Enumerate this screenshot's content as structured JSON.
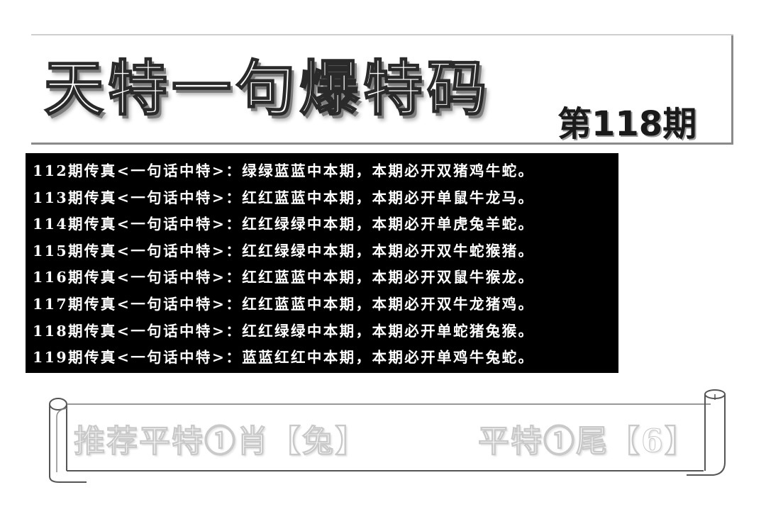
{
  "header": {
    "title": "天特一句爆特码",
    "issue": "第118期"
  },
  "records": [
    "112期传真<一句话中特>：绿绿蓝蓝中本期，本期必开双猪鸡牛蛇。",
    "113期传真<一句话中特>：红红蓝蓝中本期，本期必开单鼠牛龙马。",
    "114期传真<一句话中特>：红红绿绿中本期，本期必开单虎兔羊蛇。",
    "115期传真<一句话中特>：红红绿绿中本期，本期必开双牛蛇猴猪。",
    "116期传真<一句话中特>：红红蓝蓝中本期，本期必开双鼠牛猴龙。",
    "117期传真<一句话中特>：红红蓝蓝中本期，本期必开双牛龙猪鸡。",
    "118期传真<一句话中特>：红红绿绿中本期，本期必开单蛇猪兔猴。",
    "119期传真<一句话中特>：蓝蓝红红中本期，本期必开单鸡牛兔蛇。"
  ],
  "recommendation": {
    "zodiac": "推荐平特①肖【兔】",
    "tail": "平特①尾【6】"
  }
}
